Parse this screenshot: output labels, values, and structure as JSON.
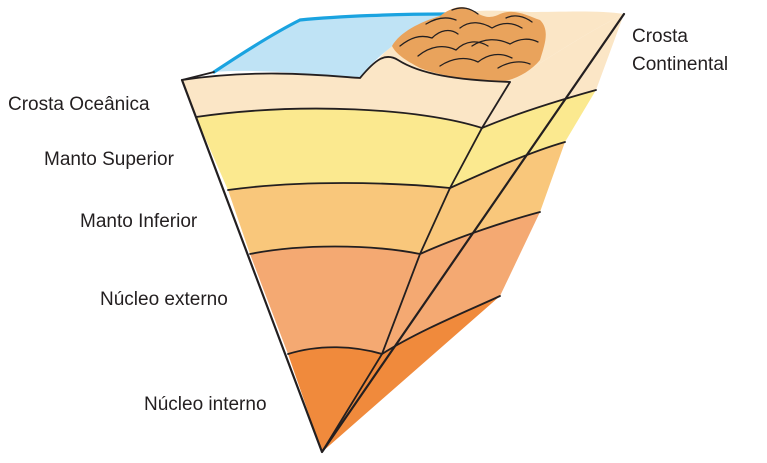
{
  "diagram": {
    "labels": {
      "oceanic_crust": "Crosta Oceânica",
      "upper_mantle": "Manto Superior",
      "lower_mantle": "Manto Inferior",
      "outer_core": "Núcleo externo",
      "inner_core": "Núcleo interno",
      "continental_crust_line1": "Crosta",
      "continental_crust_line2": "Continental"
    },
    "colors": {
      "ocean": "#bfe3f5",
      "ocean_surface": "#1aa3e0",
      "crust": "#fbe6c6",
      "upper_mantle": "#fbe98f",
      "lower_mantle": "#f9c77b",
      "outer_core": "#f4a972",
      "inner_core": "#f08a3c",
      "mountains": "#e9a35c",
      "outline": "#231f20"
    }
  }
}
